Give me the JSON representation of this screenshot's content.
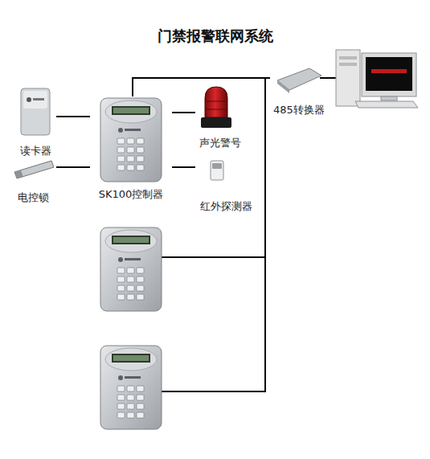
{
  "diagram": {
    "title": "门禁报警联网系统",
    "nodes": [
      {
        "text": [
          "读卡器"
        ]
      },
      {
        "text": [
          "电控锁"
        ]
      },
      {
        "text": [
          "SK100控制器"
        ]
      },
      {
        "text": [
          "声光警号"
        ]
      },
      {
        "text": [
          "红外探测器"
        ]
      },
      {
        "text": [
          "485转换器"
        ]
      }
    ],
    "edges": [
      {
        "from": 0,
        "to": 2,
        "arrow": "none"
      },
      {
        "from": 1,
        "to": 2,
        "arrow": "none"
      },
      {
        "from": 2,
        "to": 3,
        "arrow": "none"
      },
      {
        "from": 2,
        "to": 4,
        "arrow": "none"
      },
      {
        "from": 2,
        "to": 5,
        "arrow": "none"
      }
    ]
  }
}
